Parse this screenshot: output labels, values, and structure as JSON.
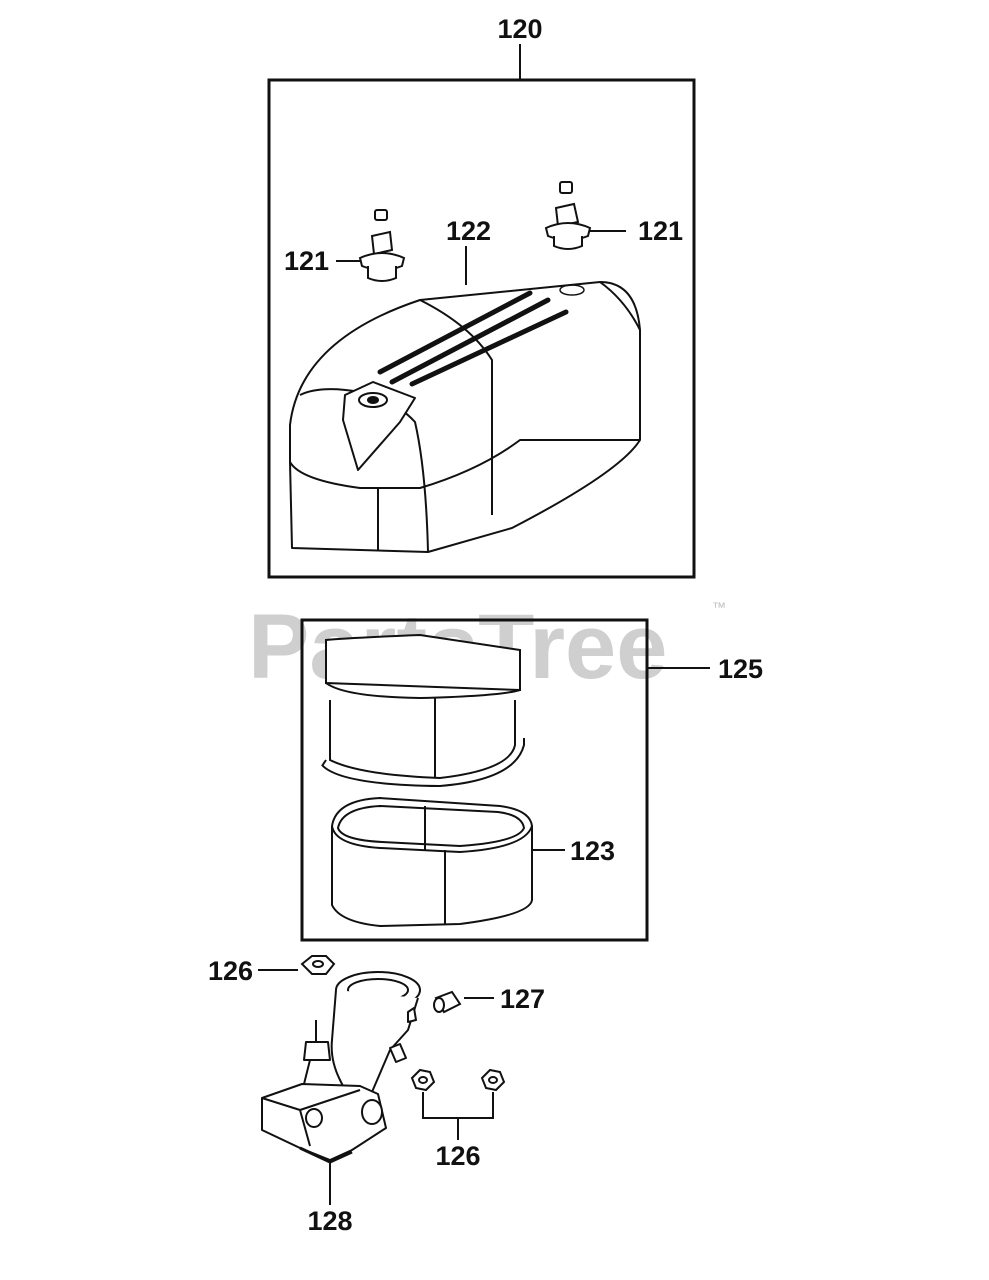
{
  "watermark": {
    "text": "PartsTree",
    "trademark": "™"
  },
  "callouts": {
    "air_cleaner_assembly": "120",
    "knob_left": "121",
    "knob_right": "121",
    "cover": "122",
    "pre_cleaner": "123",
    "filter_kit": "125",
    "nut_top": "126",
    "nut_pair": "126",
    "breather_tube": "127",
    "base": "128"
  }
}
